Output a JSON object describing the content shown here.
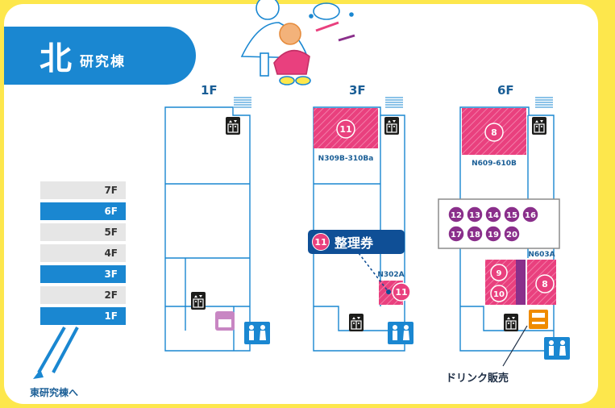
{
  "title": {
    "main": "北",
    "sub": "研究棟"
  },
  "floor_plans": [
    {
      "label": "1F"
    },
    {
      "label": "3F",
      "rooms": [
        "N309B-310Ba",
        "N302A"
      ]
    },
    {
      "label": "6F",
      "rooms": [
        "N609-610B",
        "N603A"
      ]
    }
  ],
  "floor_list": [
    {
      "label": "7F",
      "active": false
    },
    {
      "label": "6F",
      "active": true
    },
    {
      "label": "5F",
      "active": false
    },
    {
      "label": "4F",
      "active": false
    },
    {
      "label": "3F",
      "active": true
    },
    {
      "label": "2F",
      "active": false
    },
    {
      "label": "1F",
      "active": true
    }
  ],
  "east_link": "東研究棟へ",
  "ticket": {
    "number": "11",
    "label": "整理券"
  },
  "drink": "ドリンク販売",
  "markers": {
    "f3_pink_top": "11",
    "f3_pink_bottom": "11",
    "f6_pink_top": "8",
    "f6_pink_right": "8",
    "f6_pink_9": "9",
    "f6_pink_10": "10",
    "f6_purple": [
      "12",
      "13",
      "14",
      "15",
      "16",
      "17",
      "18",
      "19",
      "20"
    ]
  },
  "colors": {
    "background": "#fde74c",
    "accent_blue": "#1a87d1",
    "navy": "#0f4f96",
    "pink": "#e9407e",
    "purple": "#8a2f8b",
    "wall": "#1a87d1"
  },
  "icons": [
    "illustration-scientist-child",
    "elevator-icon",
    "restroom-icon",
    "vending-machine-icon",
    "box-icon"
  ]
}
